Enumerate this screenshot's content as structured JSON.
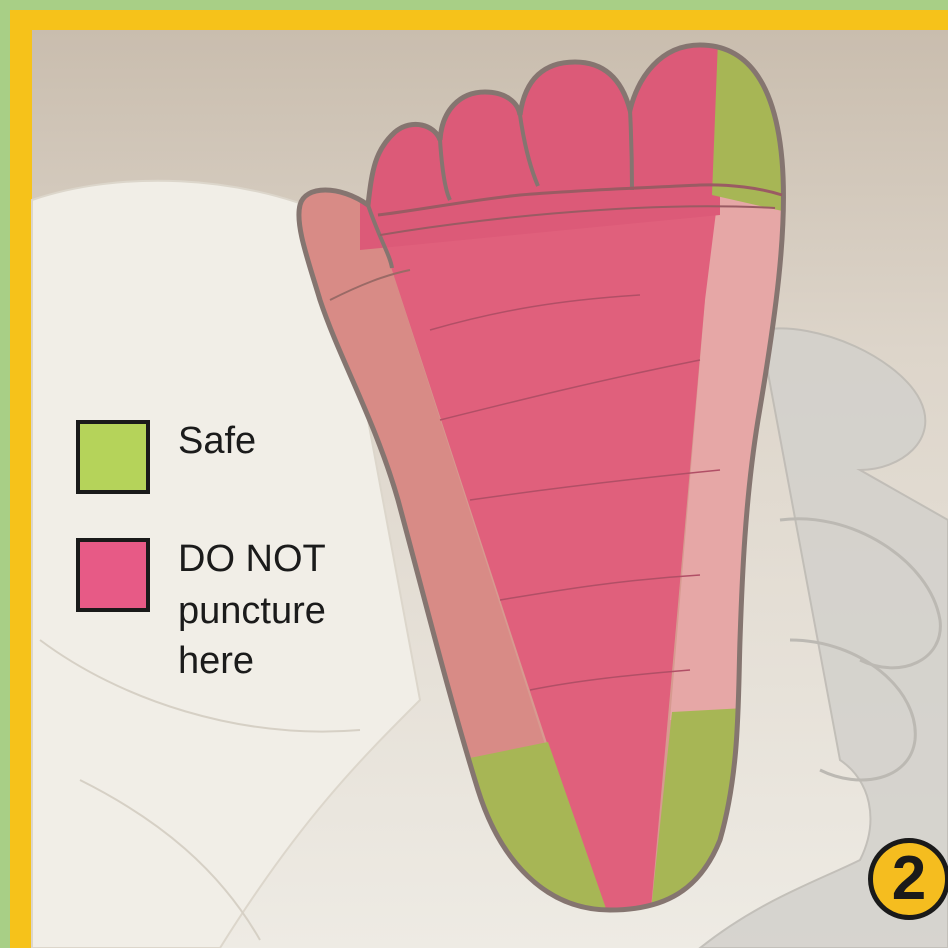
{
  "colors": {
    "outer_border": "#a8cf86",
    "frame": "#f6c21a",
    "background_top": "#cfc5b8",
    "background_bottom": "#ece9e2",
    "safe": "#b5d35a",
    "do_not_puncture": "#e75a86",
    "skin": "#d79a90"
  },
  "legend": {
    "safe_label": "Safe",
    "danger_label_line1": "DO NOT",
    "danger_label_line2": "puncture",
    "danger_label_line3": "here"
  },
  "step_number": "2"
}
